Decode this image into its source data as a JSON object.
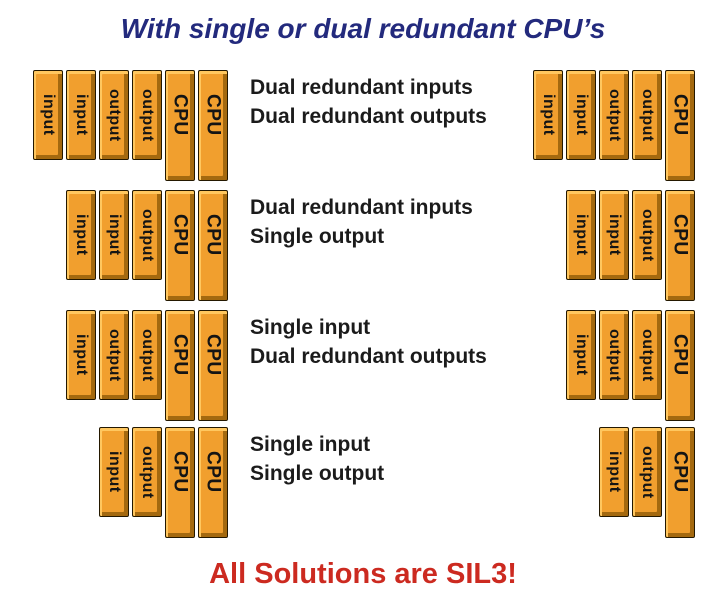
{
  "title": "With single or dual redundant CPU’s",
  "footer": "All Solutions are SIL3!",
  "colors": {
    "title_color": "#232a7d",
    "footer_color": "#cc2a20",
    "label_text": "#1b1b1b",
    "block_face": "#f19f2e",
    "block_highlight": "#ffc75f",
    "block_shadow": "#a4690f",
    "block_border": "#241800",
    "block_text": "#141414"
  },
  "block_labels": {
    "input": "input",
    "output": "output",
    "cpu": "CPU"
  },
  "rows": [
    {
      "left_blocks": [
        "input",
        "input",
        "output",
        "output",
        "CPU",
        "CPU"
      ],
      "label_lines": [
        "Dual redundant inputs",
        "Dual redundant outputs"
      ],
      "right_blocks": [
        "input",
        "input",
        "output",
        "output",
        "CPU"
      ]
    },
    {
      "left_blocks": [
        "input",
        "input",
        "output",
        "CPU",
        "CPU"
      ],
      "label_lines": [
        "Dual redundant inputs",
        "Single output"
      ],
      "right_blocks": [
        "input",
        "input",
        "output",
        "CPU"
      ]
    },
    {
      "left_blocks": [
        "input",
        "output",
        "output",
        "CPU",
        "CPU"
      ],
      "label_lines": [
        "Single input",
        "Dual redundant outputs"
      ],
      "right_blocks": [
        "input",
        "output",
        "output",
        "CPU"
      ]
    },
    {
      "left_blocks": [
        "input",
        "output",
        "CPU",
        "CPU"
      ],
      "label_lines": [
        "Single input",
        "Single output"
      ],
      "right_blocks": [
        "input",
        "output",
        "CPU"
      ]
    }
  ]
}
